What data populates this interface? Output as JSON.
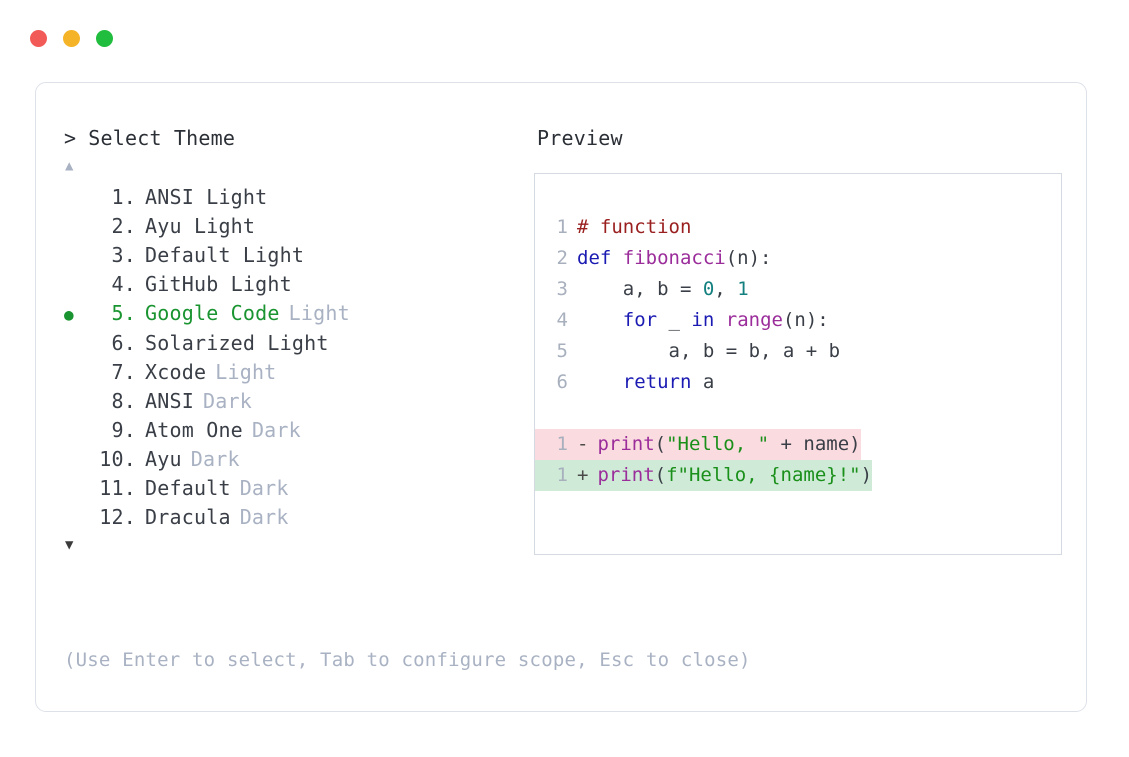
{
  "window": {
    "controls": [
      {
        "name": "close",
        "glyph": "●",
        "color": "#F25A57"
      },
      {
        "name": "minimize",
        "glyph": "●",
        "color": "#F5B427"
      },
      {
        "name": "maximize",
        "glyph": "●",
        "color": "#21BD3E"
      }
    ]
  },
  "picker": {
    "caret": ">",
    "title": "Select Theme",
    "scroll_up_glyph": "▲",
    "scroll_down_glyph": "▼",
    "selected_index": 5,
    "selected_bullet": "●",
    "selected_color": "#1A9431",
    "items": [
      {
        "index": "1.",
        "name": "ANSI Light",
        "variant": "",
        "selected": false
      },
      {
        "index": "2.",
        "name": "Ayu Light",
        "variant": "",
        "selected": false
      },
      {
        "index": "3.",
        "name": "Default Light",
        "variant": "",
        "selected": false
      },
      {
        "index": "4.",
        "name": "GitHub Light",
        "variant": "",
        "selected": false
      },
      {
        "index": "5.",
        "name": "Google Code",
        "variant": "Light",
        "selected": true
      },
      {
        "index": "6.",
        "name": "Solarized Light",
        "variant": "",
        "selected": false
      },
      {
        "index": "7.",
        "name": "Xcode",
        "variant": "Light",
        "selected": false
      },
      {
        "index": "8.",
        "name": "ANSI",
        "variant": "Dark",
        "selected": false
      },
      {
        "index": "9.",
        "name": "Atom One",
        "variant": "Dark",
        "selected": false
      },
      {
        "index": "10.",
        "name": "Ayu",
        "variant": "Dark",
        "selected": false
      },
      {
        "index": "11.",
        "name": "Default",
        "variant": "Dark",
        "selected": false
      },
      {
        "index": "12.",
        "name": "Dracula",
        "variant": "Dark",
        "selected": false
      }
    ]
  },
  "preview": {
    "label": "Preview",
    "code": [
      {
        "ln": "1",
        "tokens": [
          {
            "t": "# function",
            "c": "t-comment"
          }
        ]
      },
      {
        "ln": "2",
        "tokens": [
          {
            "t": "def ",
            "c": "t-kw"
          },
          {
            "t": "fibonacci",
            "c": "t-fn"
          },
          {
            "t": "(n):",
            "c": "t-punc"
          }
        ]
      },
      {
        "ln": "3",
        "tokens": [
          {
            "t": "    a, b = ",
            "c": "t-plain"
          },
          {
            "t": "0",
            "c": "t-num"
          },
          {
            "t": ", ",
            "c": "t-plain"
          },
          {
            "t": "1",
            "c": "t-num"
          }
        ]
      },
      {
        "ln": "4",
        "tokens": [
          {
            "t": "    ",
            "c": "t-plain"
          },
          {
            "t": "for",
            "c": "t-kw"
          },
          {
            "t": " _ ",
            "c": "t-plain"
          },
          {
            "t": "in",
            "c": "t-kw"
          },
          {
            "t": " ",
            "c": "t-plain"
          },
          {
            "t": "range",
            "c": "t-fn"
          },
          {
            "t": "(n):",
            "c": "t-punc"
          }
        ]
      },
      {
        "ln": "5",
        "tokens": [
          {
            "t": "        a, b = b, a + b",
            "c": "t-plain"
          }
        ]
      },
      {
        "ln": "6",
        "tokens": [
          {
            "t": "    ",
            "c": "t-plain"
          },
          {
            "t": "return",
            "c": "t-kw"
          },
          {
            "t": " a",
            "c": "t-plain"
          }
        ]
      }
    ],
    "diff": [
      {
        "ln": "1",
        "mark": "-",
        "kind": "del",
        "bg": "#FADBDF",
        "tokens": [
          {
            "t": "print",
            "c": "t-fn"
          },
          {
            "t": "(",
            "c": "t-punc"
          },
          {
            "t": "\"Hello, \"",
            "c": "t-str"
          },
          {
            "t": " + name)",
            "c": "t-plain"
          }
        ]
      },
      {
        "ln": "1",
        "mark": "+",
        "kind": "add",
        "bg": "#CFEBD7",
        "tokens": [
          {
            "t": "print",
            "c": "t-fn"
          },
          {
            "t": "(",
            "c": "t-punc"
          },
          {
            "t": "f\"Hello, {name}!\"",
            "c": "t-str"
          },
          {
            "t": ")",
            "c": "t-punc"
          }
        ]
      }
    ]
  },
  "footer": {
    "hint": "(Use Enter to select, Tab to configure scope, Esc to close)"
  }
}
